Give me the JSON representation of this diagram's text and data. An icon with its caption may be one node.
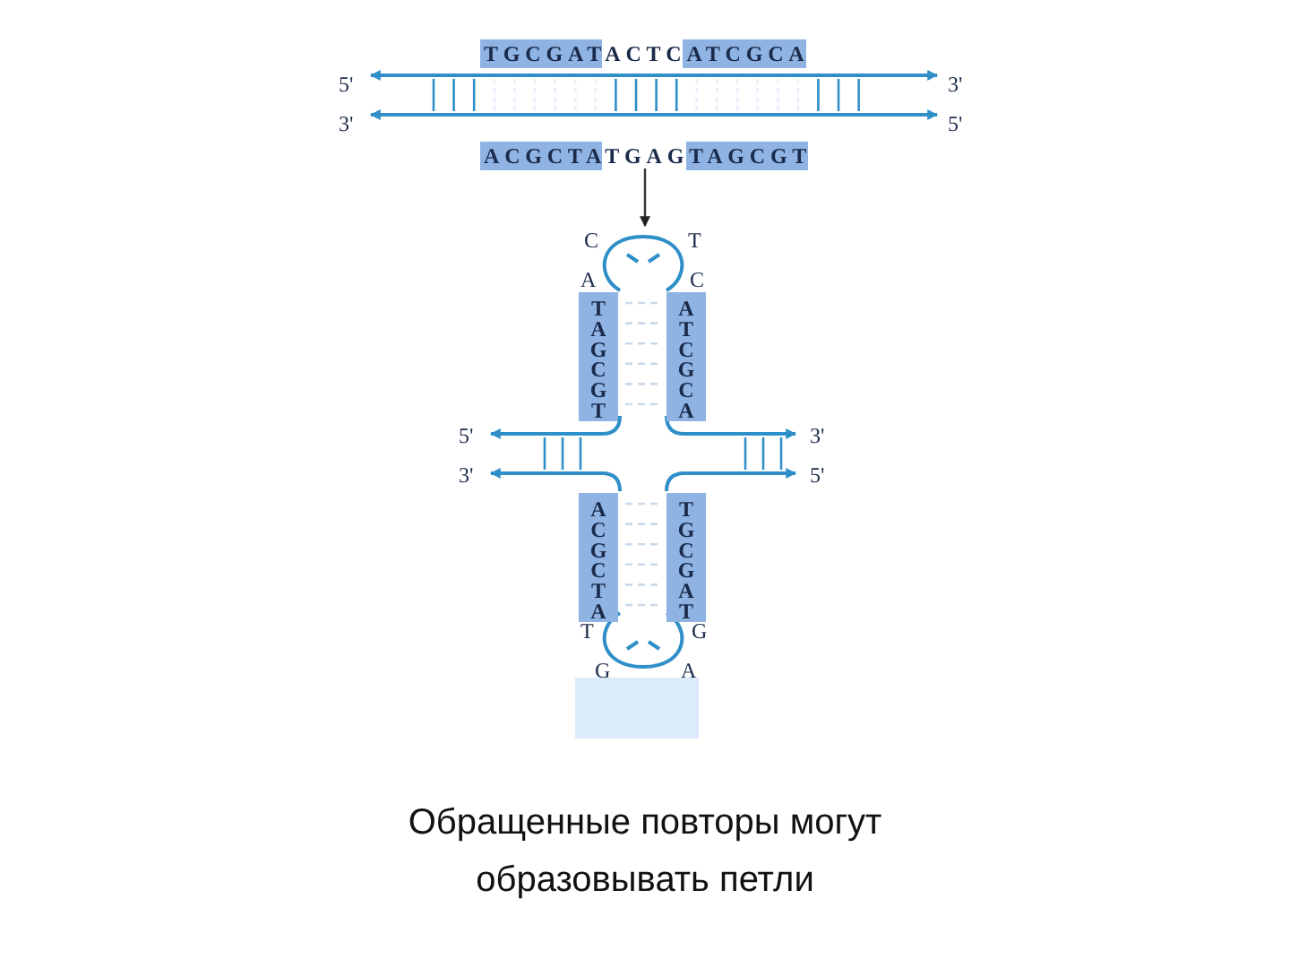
{
  "diagram": {
    "caption": "Обращенные повторы могут образовывать петли",
    "nodes": [
      {
        "text": [
          "5'",
          "TGCGATACTCATCGCA",
          "3'",
          "3'",
          "ACGCTATGAGTAGCGT",
          "5'"
        ]
      },
      {
        "text": [
          "C",
          "T",
          "A",
          "C",
          "TAGCGT",
          "ATCGCA",
          "5'",
          "3'",
          "3'",
          "5'",
          "ACGCTA",
          "TGCGAT",
          "T",
          "G",
          "G",
          "A"
        ]
      },
      {
        "text": [],
        "shape": "box"
      }
    ],
    "edges": [
      {
        "from": 0,
        "to": 1,
        "arrow": "to"
      }
    ]
  }
}
